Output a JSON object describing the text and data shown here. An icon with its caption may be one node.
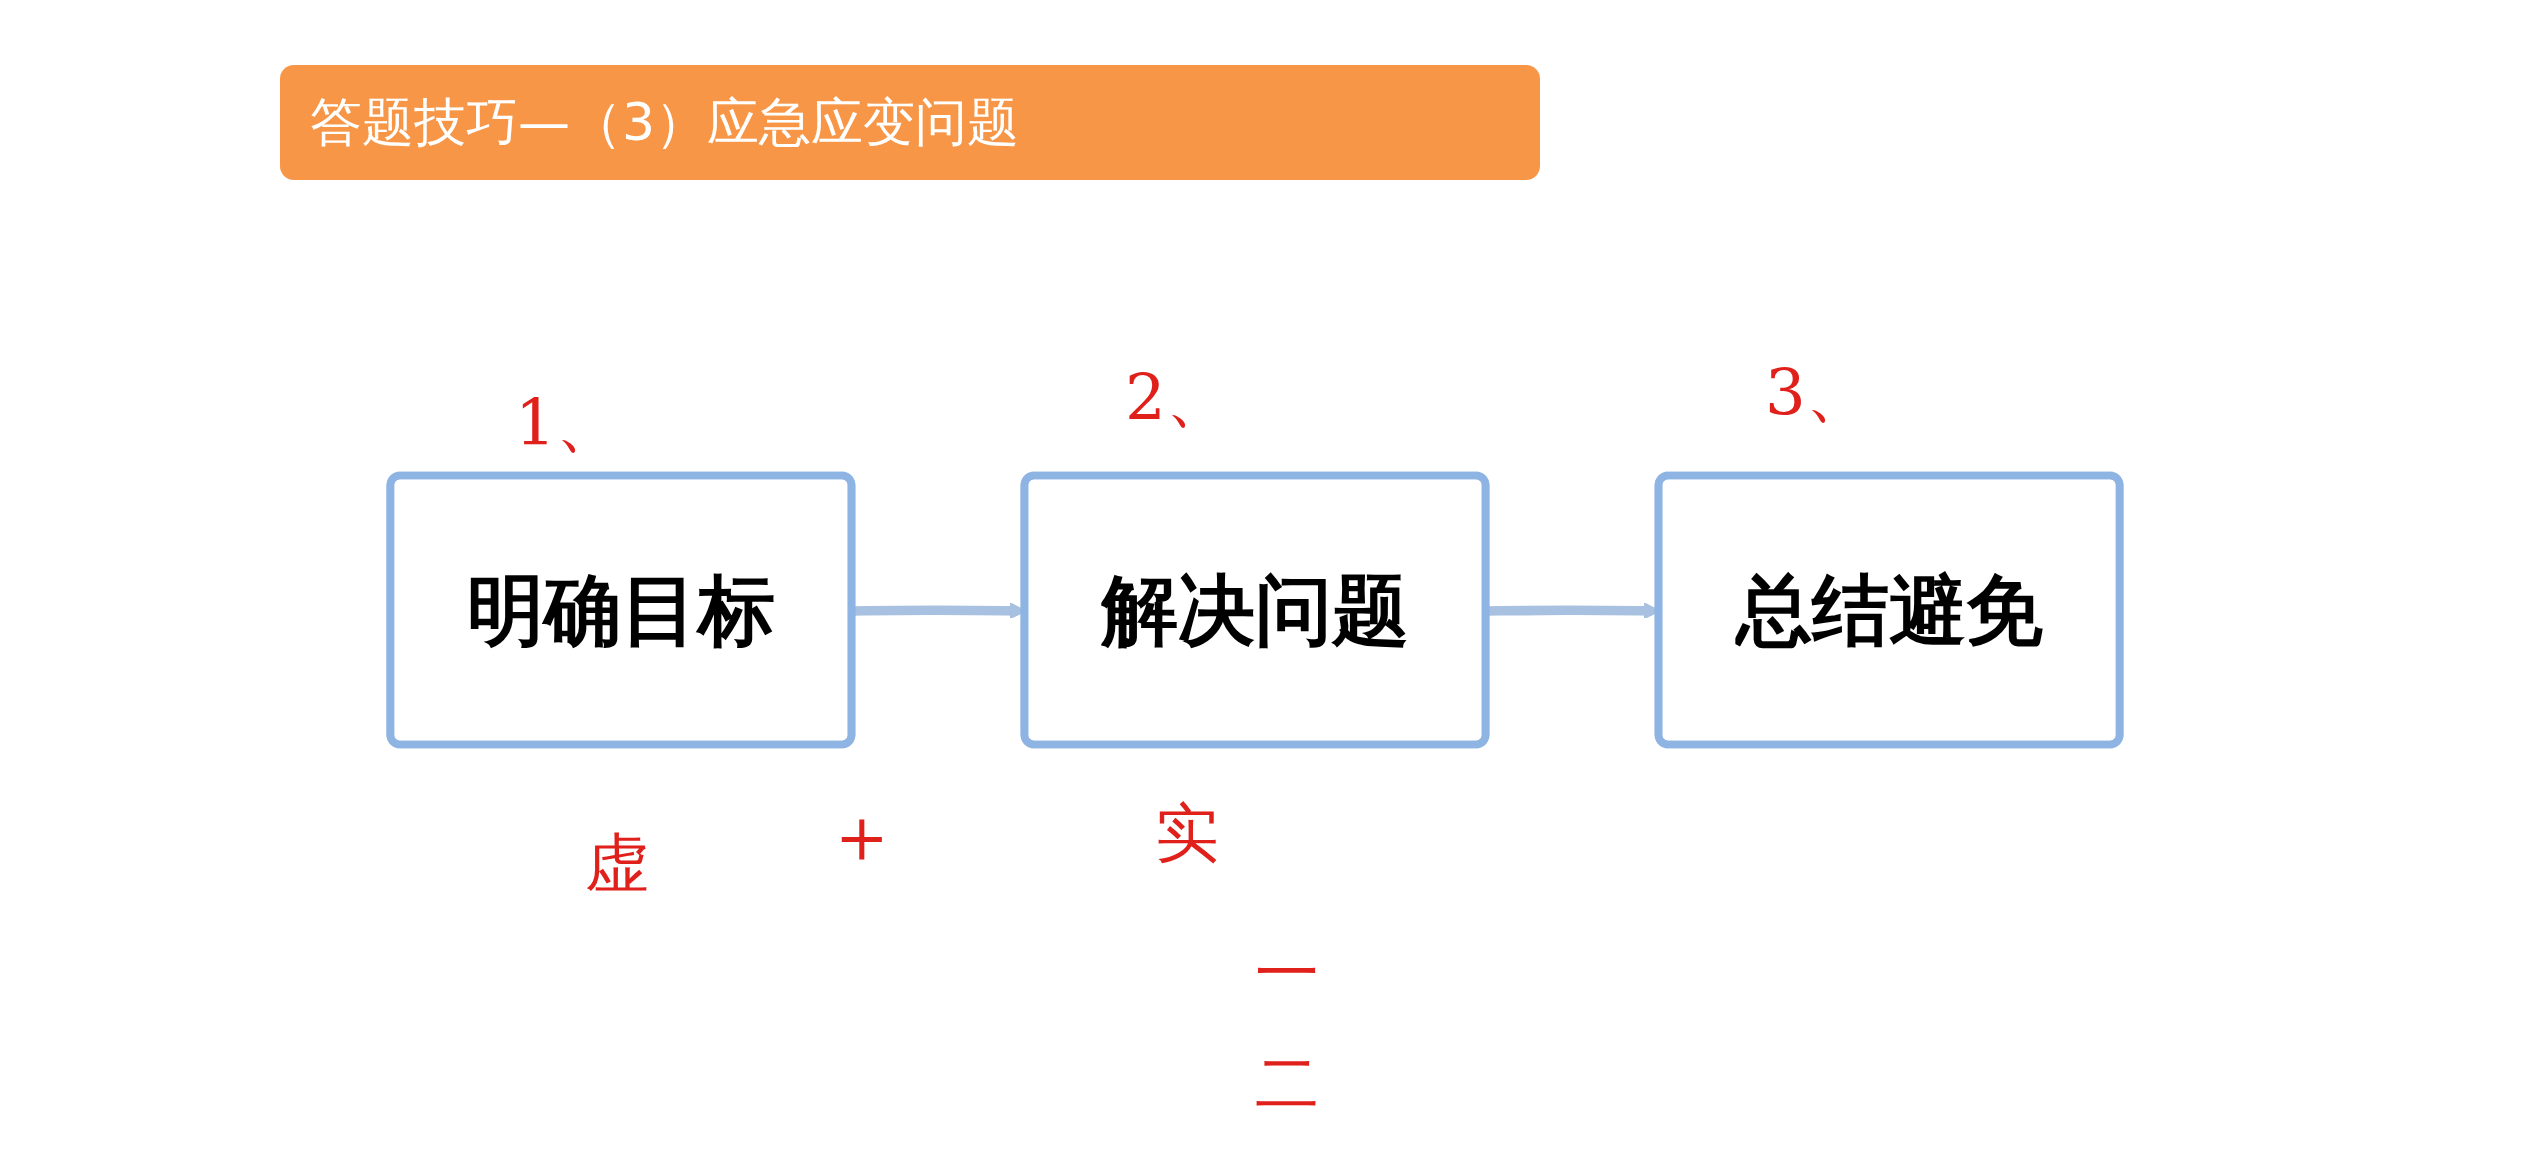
{
  "diagram": {
    "title": "答题技巧—（3）应急应变问题",
    "nodes": [
      {
        "text": [
          "明确目标"
        ]
      },
      {
        "text": [
          "解决问题"
        ]
      },
      {
        "text": [
          "总结避免"
        ]
      }
    ],
    "edges": [
      {
        "from": 0,
        "to": 1,
        "arrow": "to"
      },
      {
        "from": 1,
        "to": 2,
        "arrow": "to"
      }
    ],
    "labels": [
      "1、",
      "2、",
      "3、",
      "虚",
      "+",
      "实",
      "一",
      "二"
    ]
  }
}
